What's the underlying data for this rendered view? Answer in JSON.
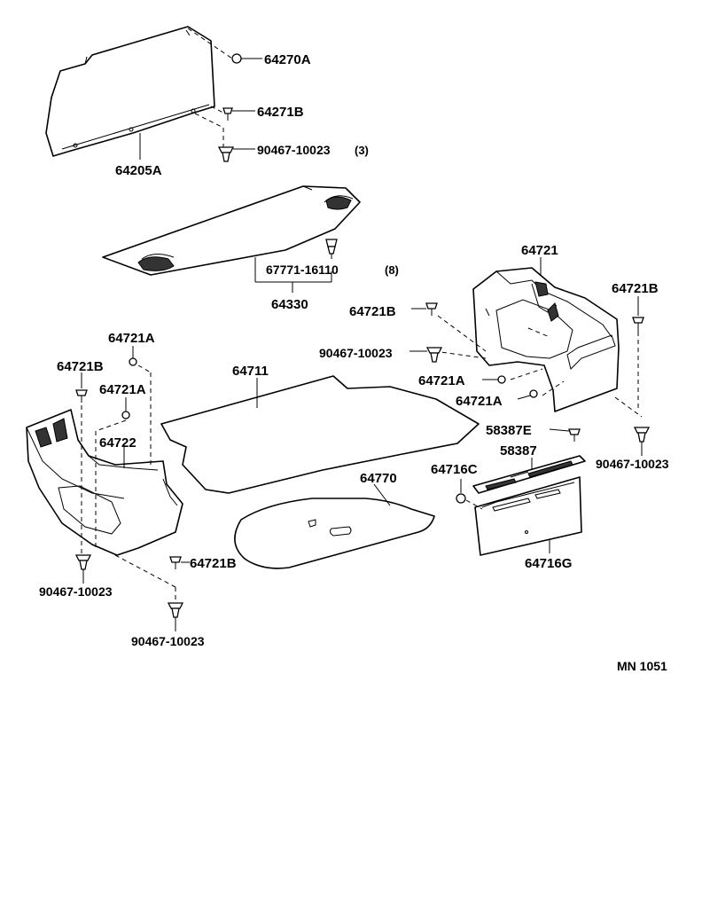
{
  "diagram_code": "MN 1051",
  "labels": {
    "p64270A": "64270A",
    "p64271B": "64271B",
    "p90467_top": "90467-10023",
    "p90467_top_qty": "(3)",
    "p64205A": "64205A",
    "p67771": "67771-16110",
    "p67771_qty": "(8)",
    "p64330": "64330",
    "p64721": "64721",
    "p64721B_r1": "64721B",
    "p64721B_r2": "64721B",
    "p90467_r1": "90467-10023",
    "p64721A_r1": "64721A",
    "p64721A_r2": "64721A",
    "p58387E": "58387E",
    "p58387": "58387",
    "p90467_r2": "90467-10023",
    "p64716C": "64716C",
    "p64716G": "64716G",
    "p64770": "64770",
    "p64711": "64711",
    "p64721A_l1": "64721A",
    "p64721B_l1": "64721B",
    "p64721A_l2": "64721A",
    "p64722": "64722",
    "p64721B_l2": "64721B",
    "p90467_l1": "90467-10023",
    "p90467_l2": "90467-10023"
  }
}
